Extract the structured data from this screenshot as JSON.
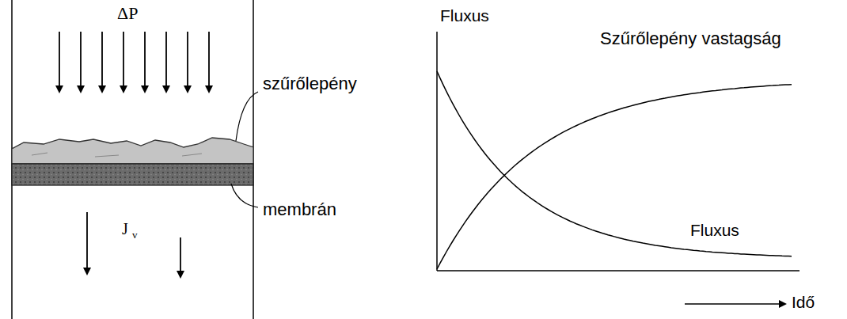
{
  "diagram": {
    "labels": [
      "ΔP",
      "szűrőlepény",
      "membrán",
      "J",
      "v",
      "Fluxus",
      "Szűrőlepény vastagság",
      "Fluxus",
      "Idő"
    ]
  }
}
